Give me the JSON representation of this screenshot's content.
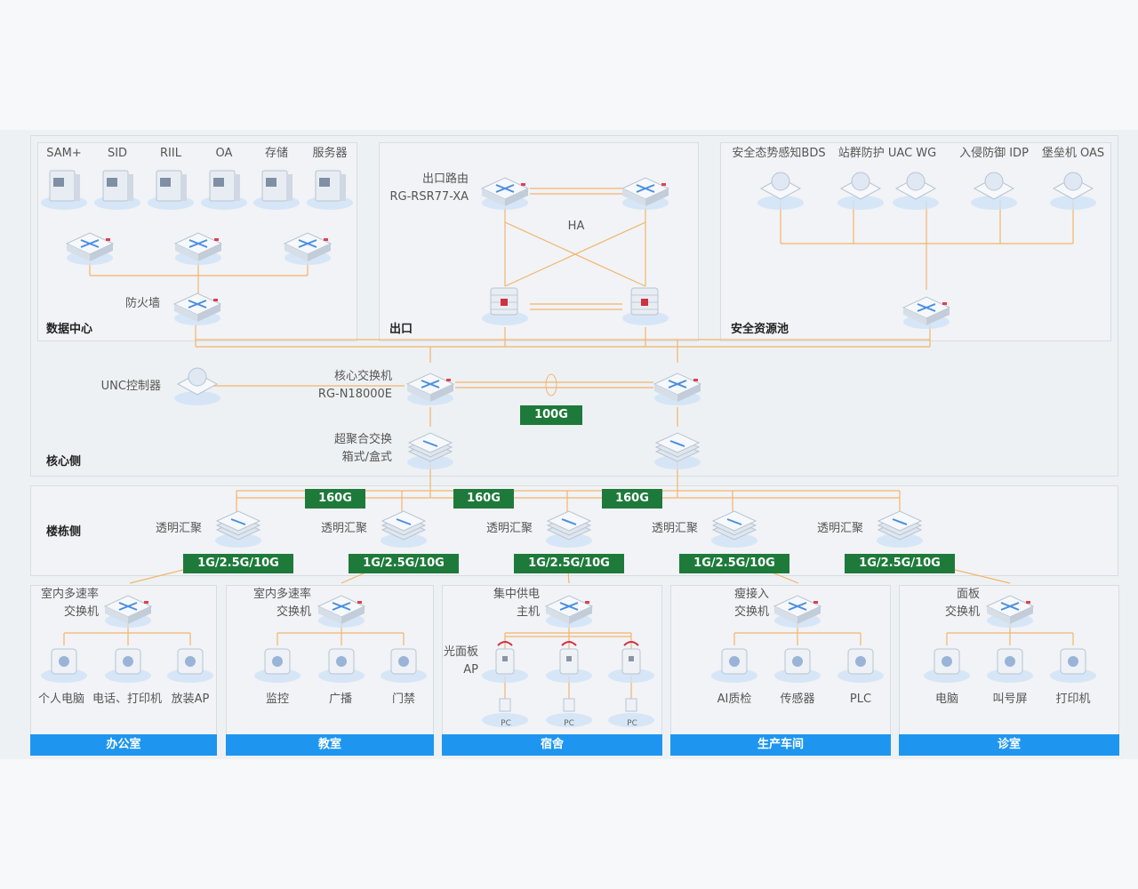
{
  "datacenter": {
    "title": "数据中心",
    "servers": [
      "SAM+",
      "SID",
      "RIIL",
      "OA",
      "存储",
      "服务器"
    ],
    "firewall_label": "防火墙"
  },
  "exit": {
    "title": "出口",
    "router_label_1": "出口路由",
    "router_label_2": "RG-RSR77-XA",
    "ha_label": "HA"
  },
  "security": {
    "title": "安全资源池",
    "devices": [
      "安全态势感知BDS",
      "站群防护 UAC WG",
      "入侵防御 IDP",
      "堡垒机 OAS"
    ]
  },
  "core": {
    "title": "核心侧",
    "unc_label": "UNC控制器",
    "core_switch_1": "核心交换机",
    "core_switch_2": "RG-N18000E",
    "link_badge": "100G",
    "agg_label_1": "超聚合交换",
    "agg_label_2": "箱式/盒式"
  },
  "building": {
    "title": "楼栋侧",
    "uplinks": [
      "160G",
      "160G",
      "160G"
    ],
    "transparent_label": "透明汇聚",
    "downlink_badge": "1G/2.5G/10G"
  },
  "zones": [
    {
      "name": "办公室",
      "switch_1": "室内多速率",
      "switch_2": "交换机",
      "devices": [
        "个人电脑",
        "电话、打印机",
        "放装AP"
      ]
    },
    {
      "name": "教室",
      "switch_1": "室内多速率",
      "switch_2": "交换机",
      "devices": [
        "监控",
        "广播",
        "门禁"
      ]
    },
    {
      "name": "宿舍",
      "switch_1": "集中供电",
      "switch_2": "主机",
      "ap_1": "光面板",
      "ap_2": "AP",
      "pc_label": "PC"
    },
    {
      "name": "生产车间",
      "switch_1": "瘦接入",
      "switch_2": "交换机",
      "devices": [
        "AI质检",
        "传感器",
        "PLC"
      ]
    },
    {
      "name": "诊室",
      "switch_1": "面板",
      "switch_2": "交换机",
      "devices": [
        "电脑",
        "叫号屏",
        "打印机"
      ]
    }
  ],
  "colors": {
    "link": "#f2b56b",
    "badge": "#1e7a3a",
    "zone_bar": "#1e96f0",
    "panel": "#f1f3f6"
  }
}
